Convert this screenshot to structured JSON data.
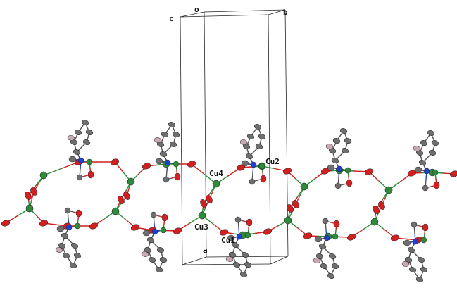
{
  "axes": {
    "o": "o",
    "a": "a",
    "b": "b",
    "c": "c"
  },
  "atom_labels": {
    "cu1": "Cu1",
    "cu2": "Cu2",
    "cu3": "Cu3",
    "cu4": "Cu4"
  },
  "colors": {
    "copper": "#2e8b3a",
    "oxygen": "#d02020",
    "nitrogen": "#1f3fd0",
    "carbon": "#6e6e6e",
    "hydrogen": "#c9a8b0",
    "cell": "#222222"
  }
}
